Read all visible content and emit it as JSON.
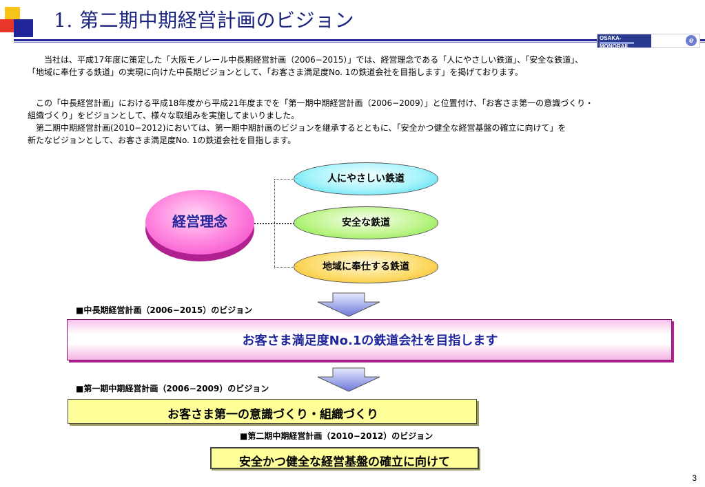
{
  "header": {
    "title": "1. 第二期中期経営計画のビジョン",
    "logo_text": "OSAKA-MONORAIL",
    "logo_mark": "e"
  },
  "body": {
    "para1": [
      "当社は、平成17年度に策定した「大阪モノレール中長期経営計画（2006−2015）」では、経営理念である「人にやさしい鉄道」、「安全な鉄道」、",
      "「地域に奉仕する鉄道」の実現に向けた中長期ビジョンとして、「お客さま満足度No. 1の鉄道会社を目指します」を掲げております。"
    ],
    "para2": [
      "この「中長経営計画」における平成18年度から平成21年度までを「第一期中期経営計画（2006−2009）」と位置付け、「お客さま第一の意識づくり・",
      "組織づくり」をビジョンとして、様々な取組みを実施してまいりました。",
      "第二期中期経営計画(2010−2012)においては、第一期中期計画のビジョンを継承するとともに、「安全かつ健全な経営基盤の確立に向けて」を",
      "新たなビジョンとして、お客さま満足度No. 1の鉄道会社を目指します。"
    ]
  },
  "diagram": {
    "core": "経営理念",
    "values": [
      "人にやさしい鉄道",
      "安全な鉄道",
      "地域に奉仕する鉄道"
    ]
  },
  "visions": {
    "longterm_caption": "■中長期経営計画（2006−2015）のビジョン",
    "longterm_text": "お客さま満足度No.1の鉄道会社を目指します",
    "first_caption": "■第一期中期経営計画（2006−2009）のビジョン",
    "first_text": "お客さま第一の意識づくり・組織づくり",
    "second_caption": "■第二期中期経営計画（2010−2012）のビジョン",
    "second_text": "安全かつ健全な経営基盤の確立に向けて"
  },
  "colors": {
    "navy": "#20269a",
    "magenta": "#f03cc8",
    "highlight_yellow": "#ffff99"
  },
  "footer": {
    "page_number": "3"
  }
}
